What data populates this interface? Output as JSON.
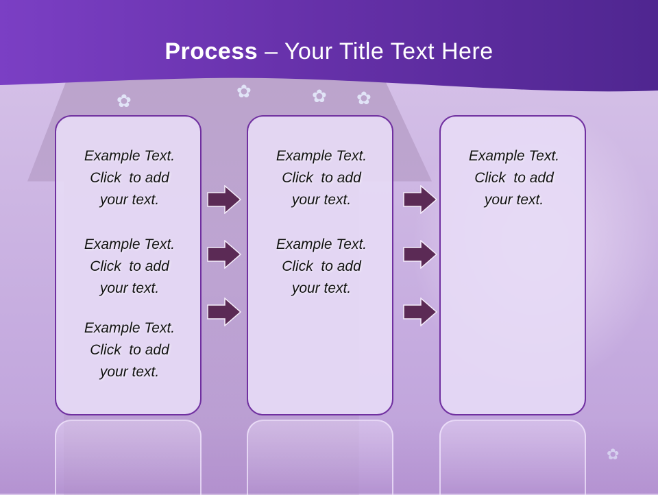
{
  "slide": {
    "title_bold": "Process",
    "title_rest": " – Your Title Text Here"
  },
  "columns": [
    {
      "items": [
        {
          "lines": [
            "Example Text.",
            "Click  to add",
            "your text."
          ]
        },
        {
          "lines": [
            "Example Text.",
            "Click  to add",
            "your text."
          ]
        },
        {
          "lines": [
            "Example Text.",
            "Click  to add",
            "your text."
          ]
        }
      ]
    },
    {
      "items": [
        {
          "lines": [
            "Example Text.",
            "Click  to add",
            "your text."
          ]
        },
        {
          "lines": [
            "Example Text.",
            "Click  to add",
            "your text."
          ]
        }
      ]
    },
    {
      "items": [
        {
          "lines": [
            "Example Text.",
            "Click  to add",
            "your text."
          ]
        }
      ]
    }
  ],
  "colors": {
    "header": "#5a2a9a",
    "card_border": "#7030a0",
    "arrow_fill": "#5b2a55"
  },
  "icons": {
    "arrow": "right-arrow-icon"
  }
}
